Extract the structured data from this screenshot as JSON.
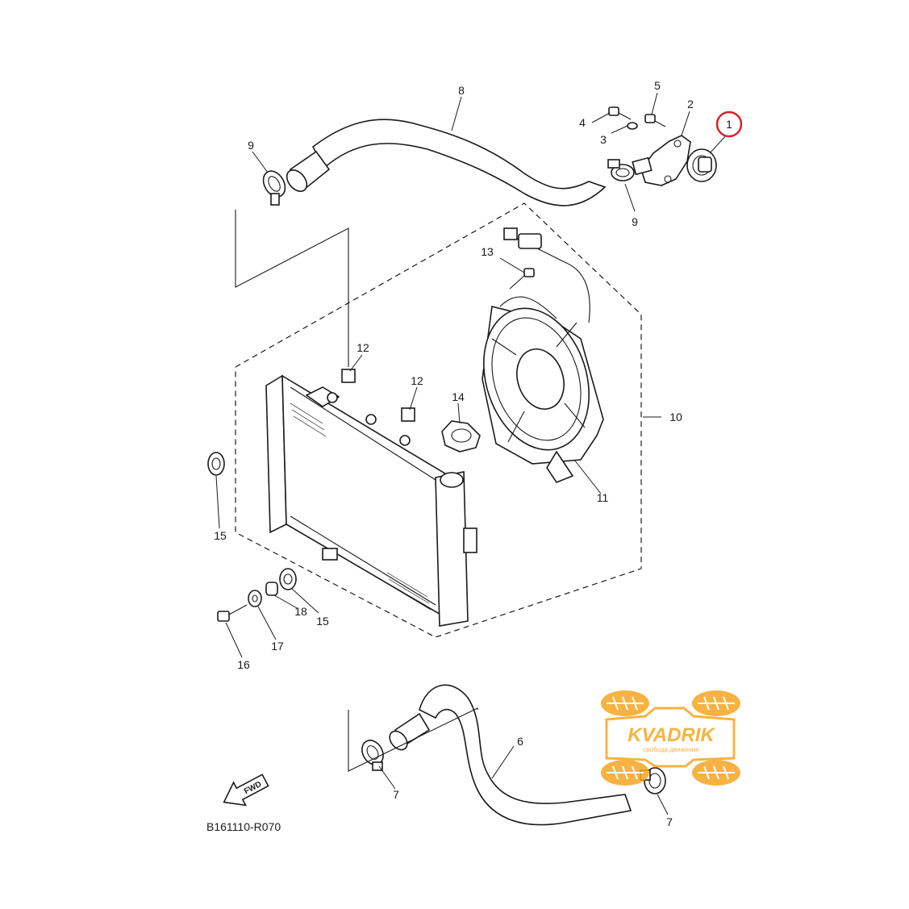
{
  "diagram": {
    "drawing_code": "B161110-R070",
    "direction_label": "FWD",
    "highlight_color": "#d6222a",
    "logo_color": "#f5a623",
    "callouts": {
      "c1": "1",
      "c2": "2",
      "c3": "3",
      "c4": "4",
      "c5": "5",
      "c6": "6",
      "c7a": "7",
      "c7b": "7",
      "c8": "8",
      "c9a": "9",
      "c9b": "9",
      "c10": "10",
      "c11": "11",
      "c12a": "12",
      "c12b": "12",
      "c13": "13",
      "c14": "14",
      "c15a": "15",
      "c15b": "15",
      "c16": "16",
      "c17": "17",
      "c18": "18"
    },
    "watermark": {
      "brand": "KVADRIK",
      "tagline": "свобода движения"
    }
  }
}
